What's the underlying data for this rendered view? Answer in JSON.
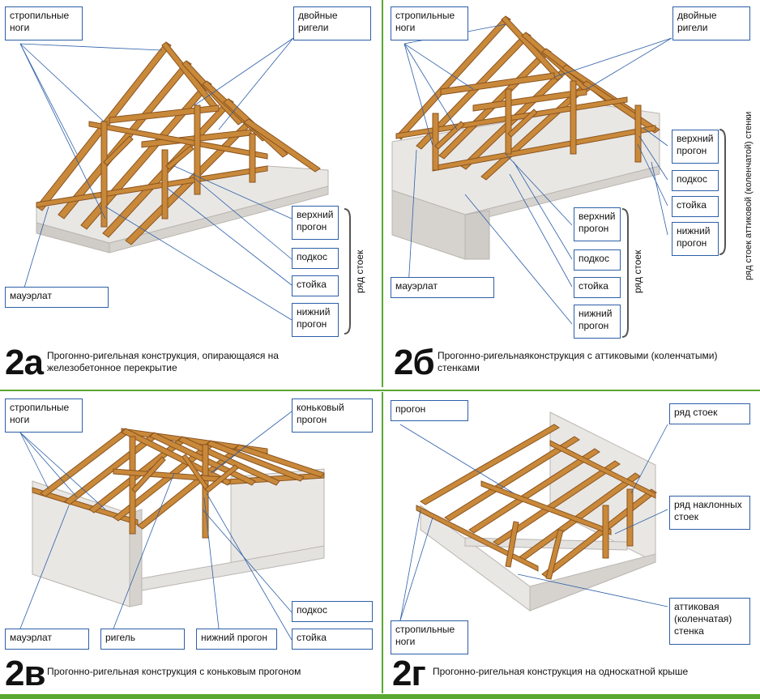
{
  "panels": {
    "a": {
      "number": "2а",
      "caption": "Прогонно-ригельная конструкция, опирающаяся на железобетонное перекрытие",
      "labels": {
        "rafters": "стропильные ноги",
        "double_collars": "двойные ригели",
        "top_purlin": "верхний прогон",
        "strut": "подкос",
        "post": "стойка",
        "bottom_purlin": "нижний прогон",
        "mauerlat": "мауэрлат",
        "post_row": "ряд стоек"
      }
    },
    "b": {
      "number": "2б",
      "caption": "Прогонно-ригельнаяконструкция с аттиковыми (коленчатыми) стенками",
      "labels": {
        "rafters": "стропильные ноги",
        "double_collars": "двойные ригели",
        "top_purlin_right": "верхний прогон",
        "strut_right": "подкос",
        "post_right": "стойка",
        "bottom_purlin_right": "нижний прогон",
        "knee_wall_post_row": "ряд стоек аттиковой (коленчатой) стенки",
        "top_purlin": "верхний прогон",
        "strut": "подкос",
        "post": "стойка",
        "bottom_purlin": "нижний прогон",
        "post_row": "ряд стоек",
        "mauerlat": "мауэрлат"
      }
    },
    "c": {
      "number": "2в",
      "caption": "Прогонно-ригельная конструкция с коньковым прогоном",
      "labels": {
        "rafters": "стропильные ноги",
        "ridge_purlin": "коньковый прогон",
        "strut": "подкос",
        "post": "стойка",
        "mauerlat": "мауэрлат",
        "collar": "ригель",
        "bottom_purlin": "нижний прогон"
      }
    },
    "d": {
      "number": "2г",
      "caption": "Прогонно-ригельная конструкция на односкатной крыше",
      "labels": {
        "purlin": "прогон",
        "post_row": "ряд стоек",
        "inclined_post_row": "ряд наклонных стоек",
        "knee_wall": "аттиковая (коленчатая) стенка",
        "rafters": "стропильные ноги"
      }
    }
  },
  "colors": {
    "wood": "#c9893a",
    "wood_dark": "#8a5420",
    "concrete": "#e9e7e4",
    "leader": "#2d5fa8",
    "divider": "#5aa832"
  }
}
